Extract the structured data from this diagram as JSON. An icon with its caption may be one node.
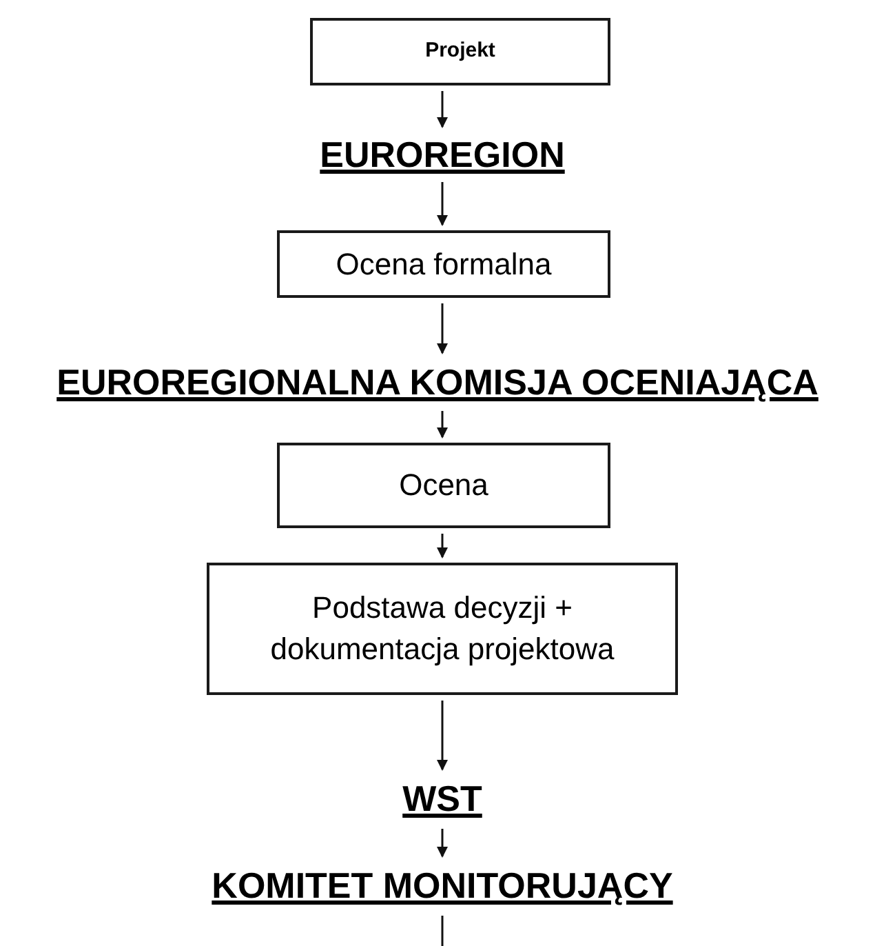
{
  "diagram": {
    "nodes": [
      {
        "text": [
          "Projekt"
        ]
      },
      {
        "text": [
          "EUROREGION"
        ]
      },
      {
        "text": [
          "Ocena formalna"
        ]
      },
      {
        "text": [
          "EUROREGIONALNA KOMISJA OCENIAJĄCA"
        ]
      },
      {
        "text": [
          "Ocena"
        ]
      },
      {
        "text": [
          "Podstawa decyzji + dokumentacja projektowa"
        ]
      },
      {
        "text": [
          "WST"
        ]
      },
      {
        "text": [
          "KOMITET MONITORUJĄCY"
        ]
      }
    ],
    "edges": [
      {
        "from": 0,
        "to": 1,
        "arrow": "to"
      },
      {
        "from": 1,
        "to": 2,
        "arrow": "to"
      },
      {
        "from": 2,
        "to": 3,
        "arrow": "to"
      },
      {
        "from": 3,
        "to": 4,
        "arrow": "to"
      },
      {
        "from": 4,
        "to": 5,
        "arrow": "to"
      },
      {
        "from": 5,
        "to": 6,
        "arrow": "to"
      },
      {
        "from": 6,
        "to": 7,
        "arrow": "to"
      },
      {
        "from": 7,
        "to": null,
        "arrow": "none"
      }
    ]
  }
}
